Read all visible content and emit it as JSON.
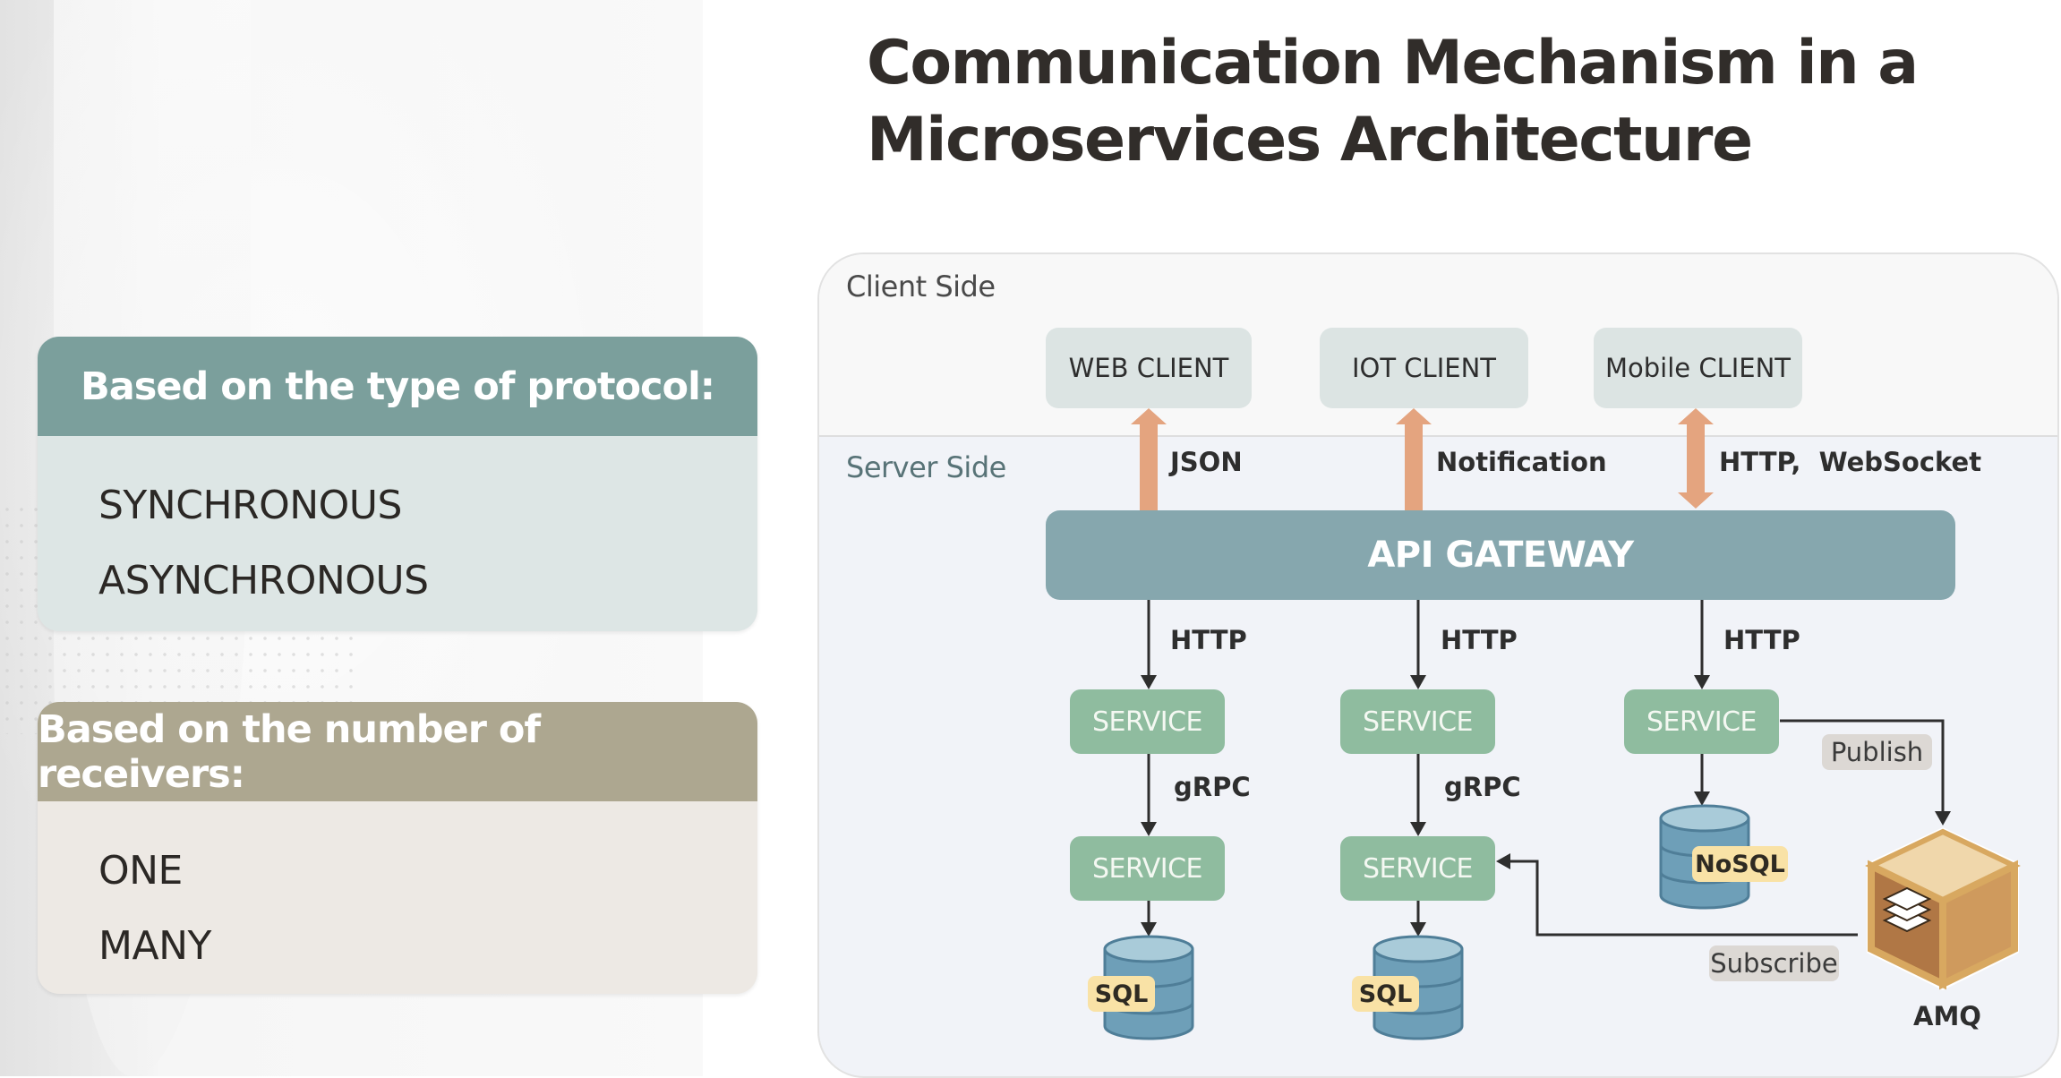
{
  "title": {
    "line1": "Communication Mechanism in a",
    "line2": "Microservices Architecture"
  },
  "cards": [
    {
      "heading": "Based on the type of protocol:",
      "items": [
        "SYNCHRONOUS",
        "ASYNCHRONOUS"
      ],
      "header_color": "#7b9f9c",
      "body_color": "#dde6e5"
    },
    {
      "heading": "Based on the number of receivers:",
      "items": [
        "ONE",
        "MANY"
      ],
      "header_color": "#ada790",
      "body_color": "#ede9e4"
    }
  ],
  "diagram": {
    "zones": {
      "client": "Client Side",
      "server": "Server Side"
    },
    "clients": [
      {
        "label": "WEB CLIENT",
        "protocol": "JSON",
        "direction": "up"
      },
      {
        "label": "IOT CLIENT",
        "protocol": "Notification",
        "direction": "up"
      },
      {
        "label": "Mobile CLIENT",
        "protocol": "HTTP,  WebSocket",
        "direction": "bidirectional"
      }
    ],
    "gateway": "API GATEWAY",
    "gateway_to_service_protocol": [
      "HTTP",
      "HTTP",
      "HTTP"
    ],
    "services": {
      "row1": [
        "SERVICE",
        "SERVICE",
        "SERVICE"
      ],
      "row2": [
        "SERVICE",
        "SERVICE"
      ]
    },
    "service_to_service_protocol": [
      "gRPC",
      "gRPC"
    ],
    "databases": [
      "SQL",
      "SQL",
      "NoSQL"
    ],
    "broker": {
      "label": "AMQ",
      "publish_label": "Publish",
      "subscribe_label": "Subscribe"
    },
    "colors": {
      "arrow_external": "#e4a47f",
      "arrow_internal": "#2e2e2e",
      "gateway": "#86a7ae",
      "service": "#8fbc9f",
      "client_box": "#dce4e3",
      "db": "#6e9fb8",
      "db_tag": "#f9e2a6"
    }
  }
}
